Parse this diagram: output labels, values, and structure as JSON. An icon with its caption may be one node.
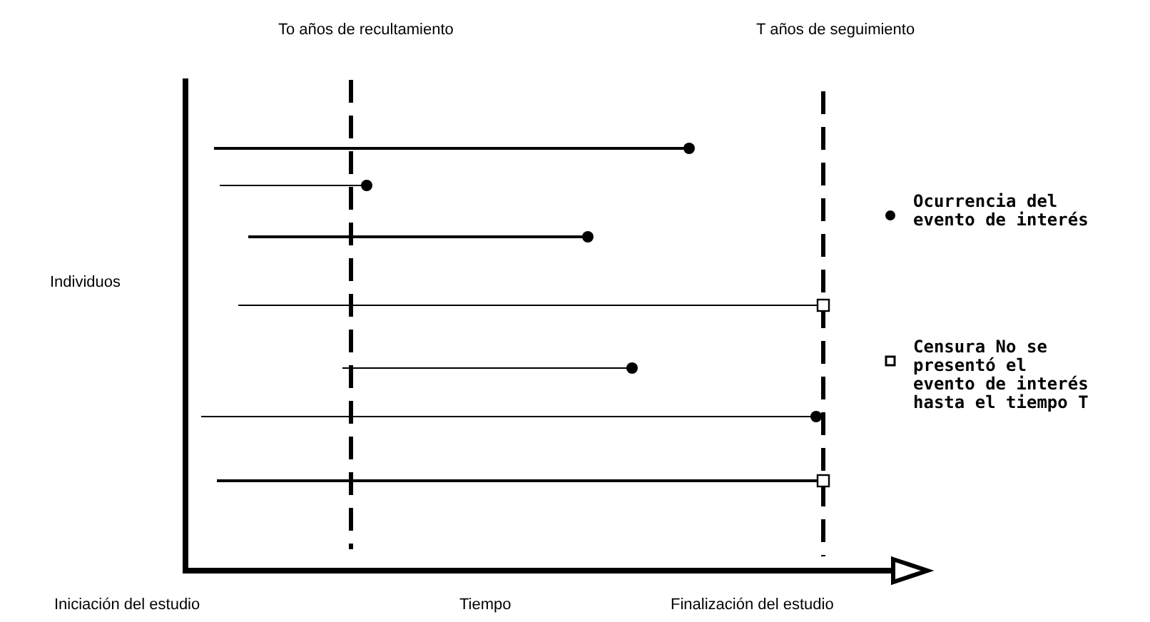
{
  "diagram": {
    "labels": [
      "To años de recultamiento",
      "T años de seguimiento",
      "Individuos",
      "Iniciación del estudio",
      "Tiempo",
      "Finalización del estudio"
    ],
    "legend": [
      {
        "text": "Ocurrencia del evento de interés"
      },
      {
        "text": "Censura No se presentó el evento de interés hasta el tiempo T"
      }
    ]
  }
}
